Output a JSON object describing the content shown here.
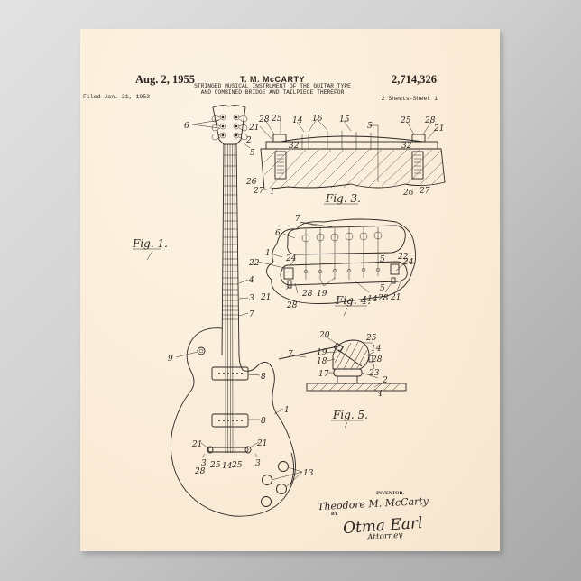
{
  "poster": {
    "background_color": "#fbeedb",
    "ink_color": "#2b2622"
  },
  "header": {
    "date": "Aug. 2, 1955",
    "inventor": "T. M. McCARTY",
    "patent_number": "2,714,326",
    "title_line1": "STRINGED MUSICAL INSTRUMENT OF THE GUITAR TYPE",
    "title_line2": "AND COMBINED BRIDGE AND TAILPIECE THEREFOR",
    "filed": "Filed Jan. 21, 1953",
    "sheets": "2 Sheets-Sheet 1"
  },
  "figures": {
    "fig1": "Fig. 1.",
    "fig3": "Fig. 3.",
    "fig4": "Fig. 4.",
    "fig5": "Fig. 5."
  },
  "signature": {
    "inventor_label": "INVENTOR.",
    "inventor_name": "Theodore M. McCarty",
    "by": "BY",
    "attorney_name": "Otma Earl",
    "attorney_label": "Attorney"
  },
  "labels": {
    "fig1": [
      "6",
      "5",
      "4",
      "3",
      "7",
      "9",
      "8",
      "8",
      "1",
      "21",
      "21",
      "3",
      "3",
      "28",
      "25",
      "14",
      "25",
      "13"
    ],
    "fig3": [
      "28",
      "25",
      "14",
      "16",
      "15",
      "5",
      "25",
      "28",
      "21",
      "21",
      "2",
      "26",
      "27",
      "1",
      "26",
      "27",
      "32",
      "32"
    ],
    "fig4": [
      "7",
      "6",
      "1",
      "22",
      "24",
      "21",
      "28",
      "28",
      "19",
      "14",
      "28",
      "21",
      "22",
      "24",
      "5",
      "5"
    ],
    "fig5": [
      "7",
      "20",
      "25",
      "14",
      "19",
      "18",
      "28",
      "17",
      "23",
      "2",
      "1"
    ]
  }
}
